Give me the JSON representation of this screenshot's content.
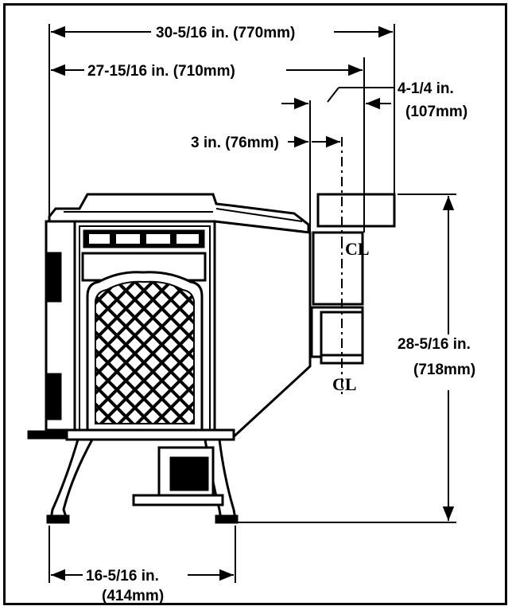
{
  "dimensions": {
    "overall_width": "30-5/16 in. (770mm)",
    "flue_center_width": "27-15/16 in. (710mm)",
    "flue_offset_a": "4-1/4 in.",
    "flue_offset_a_mm": "(107mm)",
    "flue_offset_b": "3 in. (76mm)",
    "height": "28-5/16 in.",
    "height_mm": "(718mm)",
    "leg_span": "16-5/16 in.",
    "leg_span_mm": "(414mm)"
  },
  "centerline_symbol": "CL",
  "colors": {
    "ink": "#000000",
    "paper": "#ffffff"
  }
}
